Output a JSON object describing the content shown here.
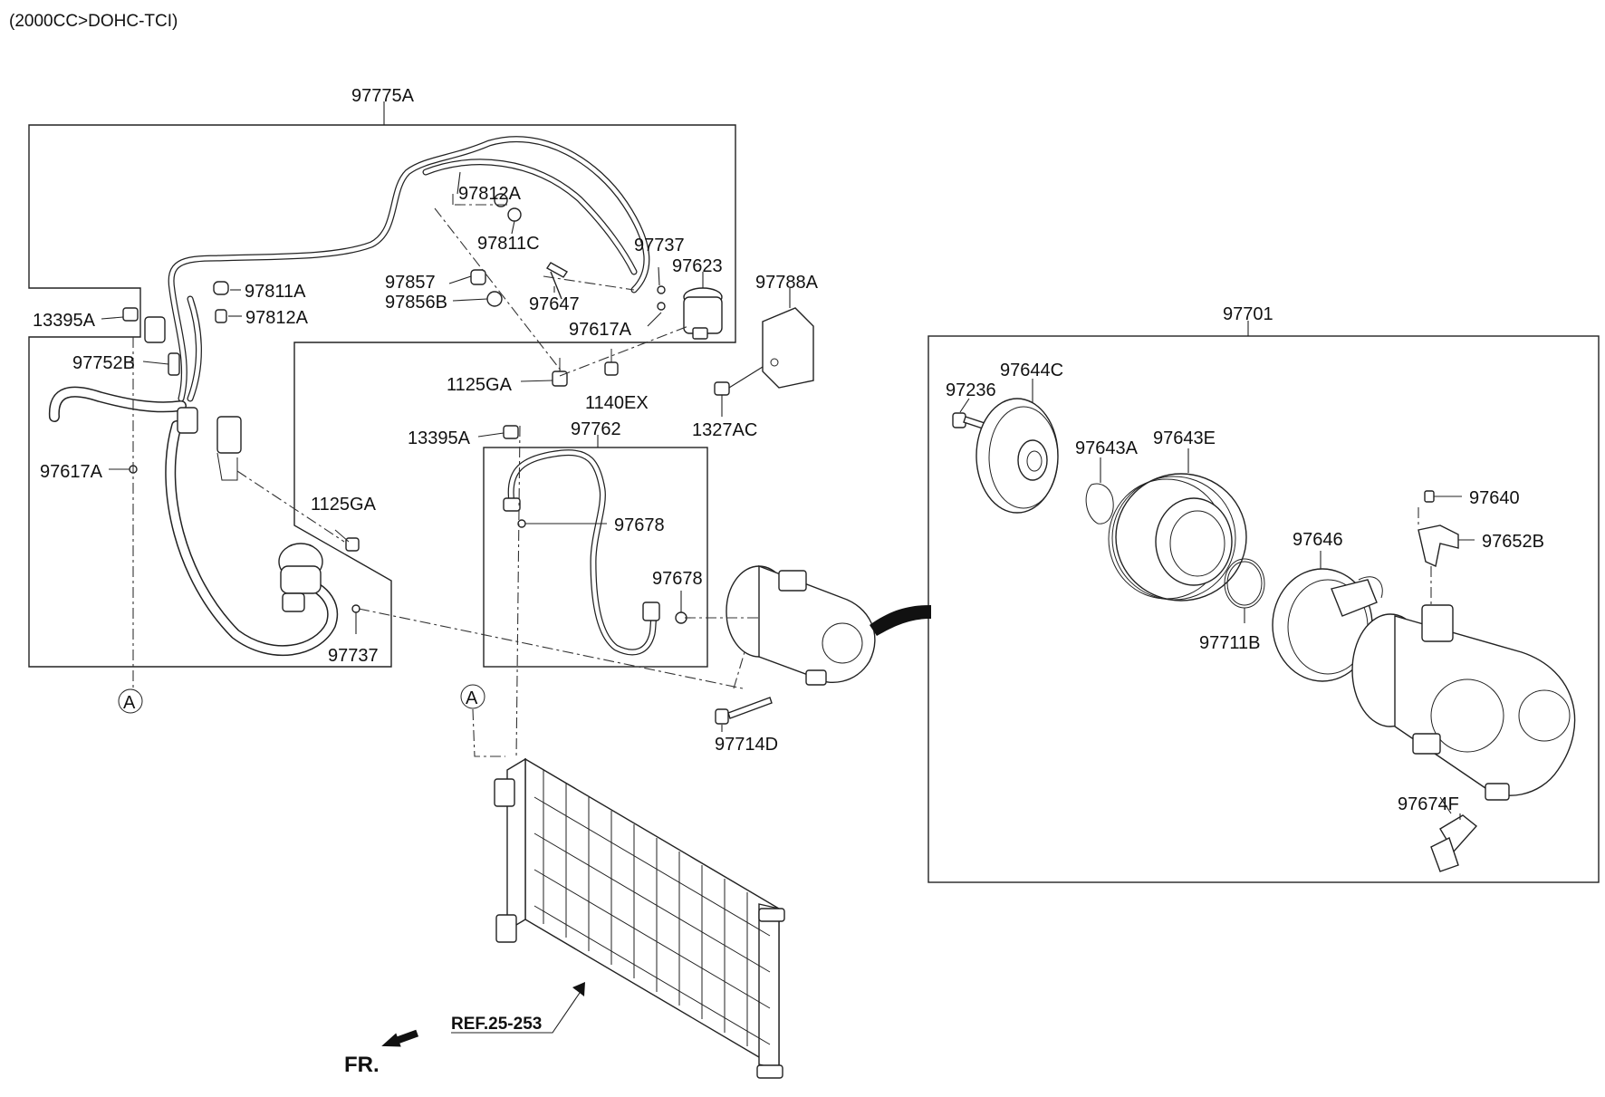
{
  "header": {
    "engine_spec": "(2000CC>DOHC-TCI)"
  },
  "labels": {
    "p97775A": "97775A",
    "p97812A_top": "97812A",
    "p97811C": "97811C",
    "p97737_top": "97737",
    "p97623": "97623",
    "p97857": "97857",
    "p97856B": "97856B",
    "p97647": "97647",
    "p97617A_top": "97617A",
    "p97811A": "97811A",
    "p97812A_left": "97812A",
    "p13395A_left": "13395A",
    "p97752B": "97752B",
    "p97617A_left": "97617A",
    "p1125GA_top": "1125GA",
    "p1140EX": "1140EX",
    "p97788A": "97788A",
    "p1327AC": "1327AC",
    "p13395A_mid": "13395A",
    "p97762": "97762",
    "p1125GA_mid": "1125GA",
    "p97678_a": "97678",
    "p97678_b": "97678",
    "p97737_bottom": "97737",
    "p97714D": "97714D",
    "p97701": "97701",
    "p97644C": "97644C",
    "p97236": "97236",
    "p97643A": "97643A",
    "p97643E": "97643E",
    "p97640": "97640",
    "p97646": "97646",
    "p97652B": "97652B",
    "p97711B": "97711B",
    "p97674F": "97674F"
  },
  "markers": {
    "connector_left": "A",
    "connector_mid": "A"
  },
  "reference": {
    "condenser_ref": "REF.25-253"
  },
  "orientation": {
    "front_label": "FR."
  }
}
